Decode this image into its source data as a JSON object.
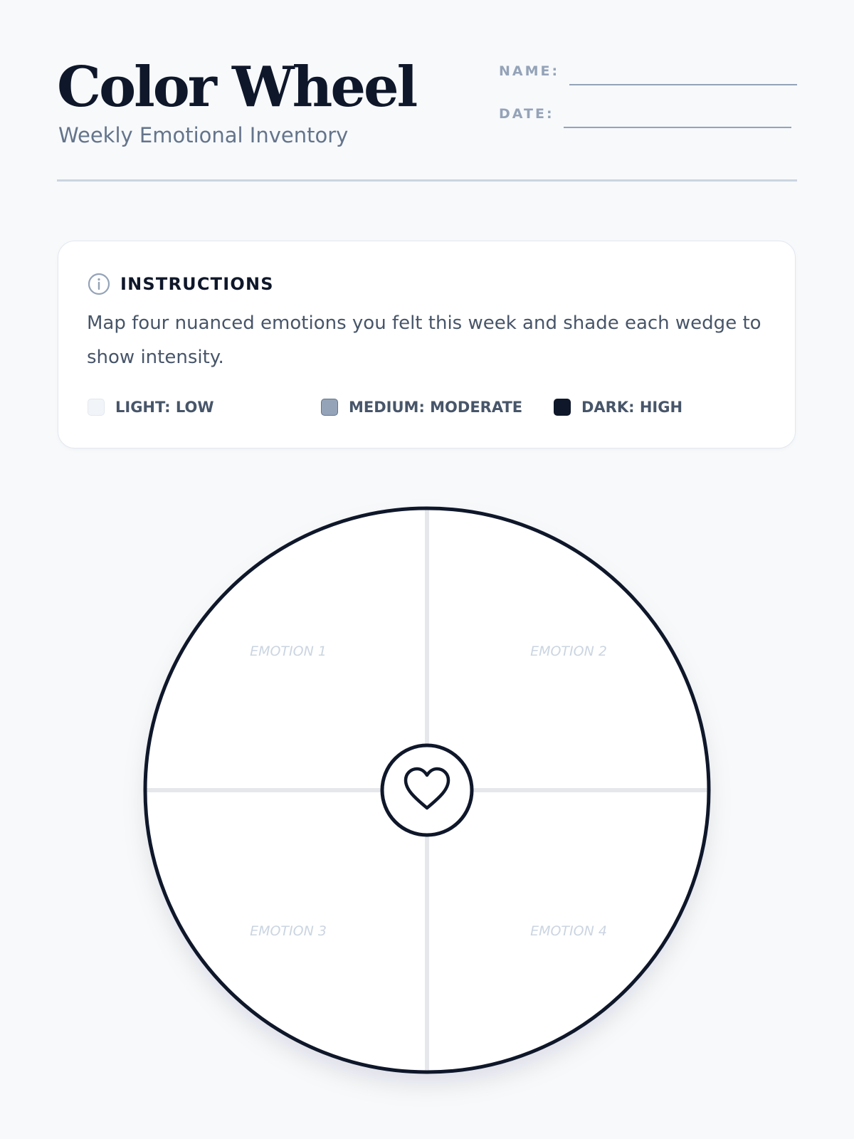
{
  "header": {
    "title": "Color Wheel",
    "subtitle": "Weekly Emotional Inventory"
  },
  "fields": {
    "name_label": "NAME:",
    "date_label": "DATE:"
  },
  "instructions": {
    "icon": "info-icon",
    "heading": "INSTRUCTIONS",
    "body": "Map four nuanced emotions you felt this week and shade each wedge to show intensity.",
    "legend": [
      {
        "label": "LIGHT: LOW",
        "color": "#f1f5f9"
      },
      {
        "label": "MEDIUM: MODERATE",
        "color": "#94a3b8"
      },
      {
        "label": "DARK: HIGH",
        "color": "#0f172a"
      }
    ]
  },
  "wheel": {
    "center_icon": "heart-icon",
    "slices": [
      {
        "label": "EMOTION 1"
      },
      {
        "label": "EMOTION 2"
      },
      {
        "label": "EMOTION 3"
      },
      {
        "label": "EMOTION 4"
      }
    ]
  },
  "colors": {
    "ink": "#0f172a",
    "muted": "#64748b",
    "divider": "#e5e7eb",
    "background": "#f7f9fb"
  }
}
